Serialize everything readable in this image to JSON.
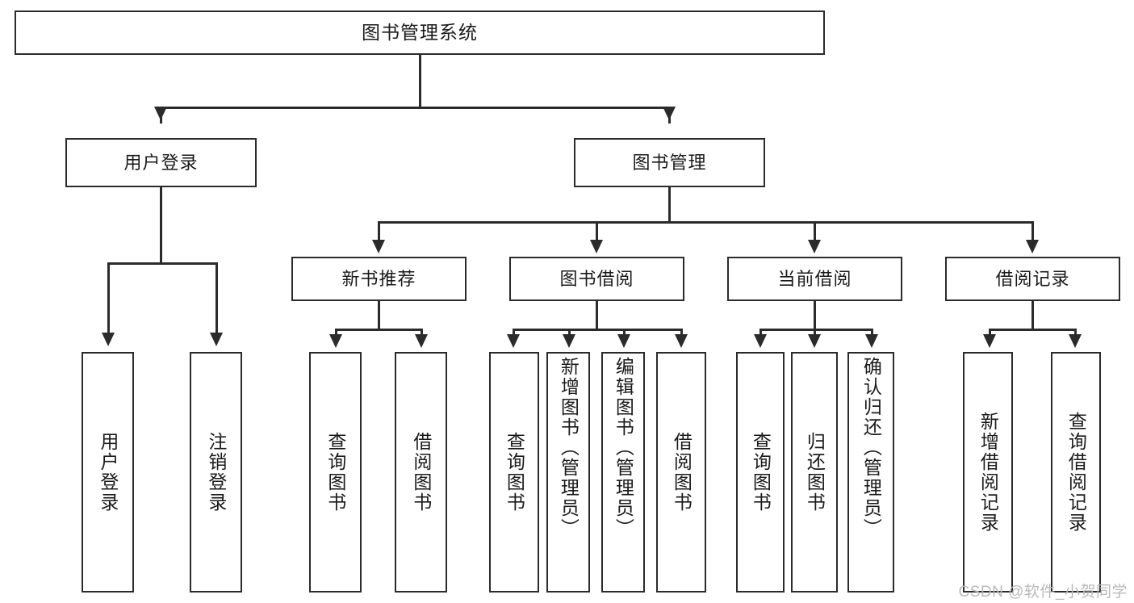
{
  "diagram": {
    "type": "tree",
    "title": "图书管理系统",
    "watermark": "CSDN @软件_小贺同学",
    "colors": {
      "stroke": "#2b2b2b",
      "fill": "#ffffff",
      "text": "#1a1a1a",
      "watermark": "#b9b9b9"
    },
    "nodes": {
      "root": "图书管理系统",
      "level2": [
        "用户登录",
        "图书管理"
      ],
      "level3": [
        "新书推荐",
        "图书借阅",
        "当前借阅",
        "借阅记录"
      ],
      "leaves_user_login": [
        "用户登录",
        "注销登录"
      ],
      "leaves_new_book": [
        "查询图书",
        "借阅图书"
      ],
      "leaves_borrow": [
        "查询图书",
        "新增图书（管理员）",
        "编辑图书（管理员）",
        "借阅图书"
      ],
      "leaves_current": [
        "查询图书",
        "归还图书",
        "确认归还（管理员）"
      ],
      "leaves_record": [
        "新增借阅记录",
        "查询借阅记录"
      ]
    }
  }
}
